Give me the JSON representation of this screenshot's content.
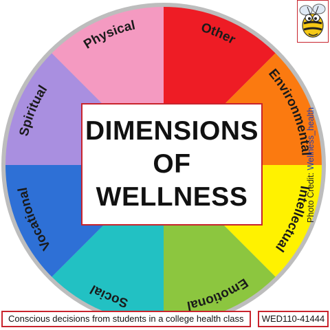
{
  "diagram": {
    "title_lines": [
      "DIMENSIONS",
      "OF",
      "WELLNESS"
    ],
    "segments": [
      {
        "label": "Other",
        "color": "#ee1c25"
      },
      {
        "label": "Environmental",
        "color": "#fb7a10"
      },
      {
        "label": "Intellectual",
        "color": "#fff200"
      },
      {
        "label": "Emotional",
        "color": "#8cc63f"
      },
      {
        "label": "Social",
        "color": "#22c1c3"
      },
      {
        "label": "Vocational",
        "color": "#2e70d6"
      },
      {
        "label": "Spiritual",
        "color": "#a98fe0"
      },
      {
        "label": "Physical",
        "color": "#f49ac1"
      }
    ],
    "rim_color": "#bdbdbd"
  },
  "credit": {
    "prefix": "Photo Credit: ",
    "source": "Wellness_health"
  },
  "caption": "Conscious decisions from students in a college health class",
  "id_code": "WED110-41444",
  "logo": {
    "icon": "bee-mascot-icon"
  },
  "colors": {
    "frame": "#c8232c",
    "credit_link": "#1f3bb3"
  }
}
